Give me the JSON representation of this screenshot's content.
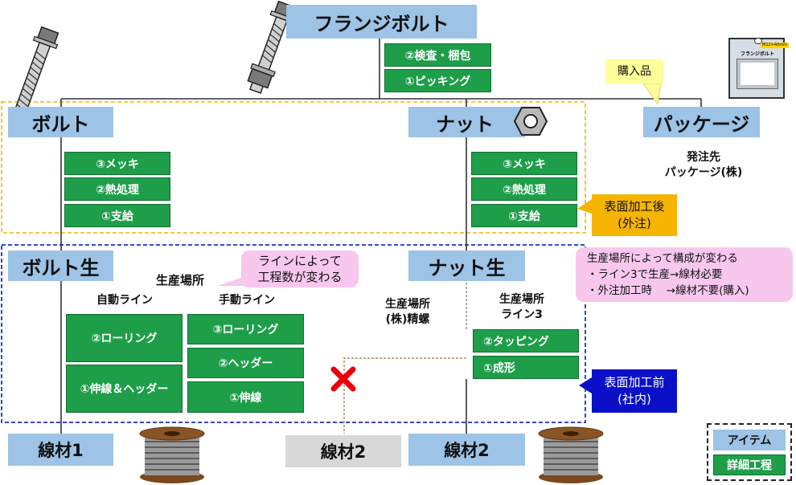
{
  "title": "フランジボルト",
  "items": {
    "bolt": "ボルト",
    "nut": "ナット",
    "package": "パッケージ",
    "bolt_raw": "ボルト生",
    "nut_raw": "ナット生",
    "wire1": "線材1",
    "wire2_gray": "線材2",
    "wire2": "線材2"
  },
  "processes": {
    "top": [
      "②検査・梱包",
      "①ピッキング"
    ],
    "bolt": [
      "③メッキ",
      "②熱処理",
      "①支給"
    ],
    "nut": [
      "③メッキ",
      "②熱処理",
      "①支給"
    ],
    "bolt_auto": [
      "②ローリング",
      "①伸線＆ヘッダー"
    ],
    "bolt_manual": [
      "③ローリング",
      "②ヘッダー",
      "①伸線"
    ],
    "nut_raw": [
      "②タッピング",
      "①成形"
    ]
  },
  "labels": {
    "purchased": "購入品",
    "supplier_line1": "発注先",
    "supplier_line2": "パッケージ(株)",
    "production_site": "生産場所",
    "auto_line": "自動ライン",
    "manual_line": "手動ライン",
    "seira_line1": "生産場所",
    "seira_line2": "(株)精螺",
    "nut_site_line1": "生産場所",
    "nut_site_line2": "ライン3",
    "package_icon_text": "フランジボルト",
    "package_icon_tag": "M12×40mm"
  },
  "callouts": {
    "surface_after": [
      "表面加工後",
      "(外注)"
    ],
    "surface_before": [
      "表面加工前",
      "(社内)"
    ],
    "line_process": [
      "ラインによって",
      "工程数が変わる"
    ],
    "config_note": [
      "生産場所によって構成が変わる",
      "・ライン3で生産→線材必要",
      "・外注加工時　 →線材不要(購入)"
    ]
  },
  "legend": {
    "item": "アイテム",
    "process": "詳細工程"
  },
  "colors": {
    "item": "#9dc3e6",
    "process": "#1e9e49",
    "outsourced_border": "#f5b400",
    "inhouse_border": "#1c2fd1",
    "orange_callout": "#f5b400",
    "blue_callout": "#0b10c8",
    "pink_callout": "#f7c7ee",
    "yellow_callout": "#ffff99",
    "cross": "#e8000d"
  }
}
